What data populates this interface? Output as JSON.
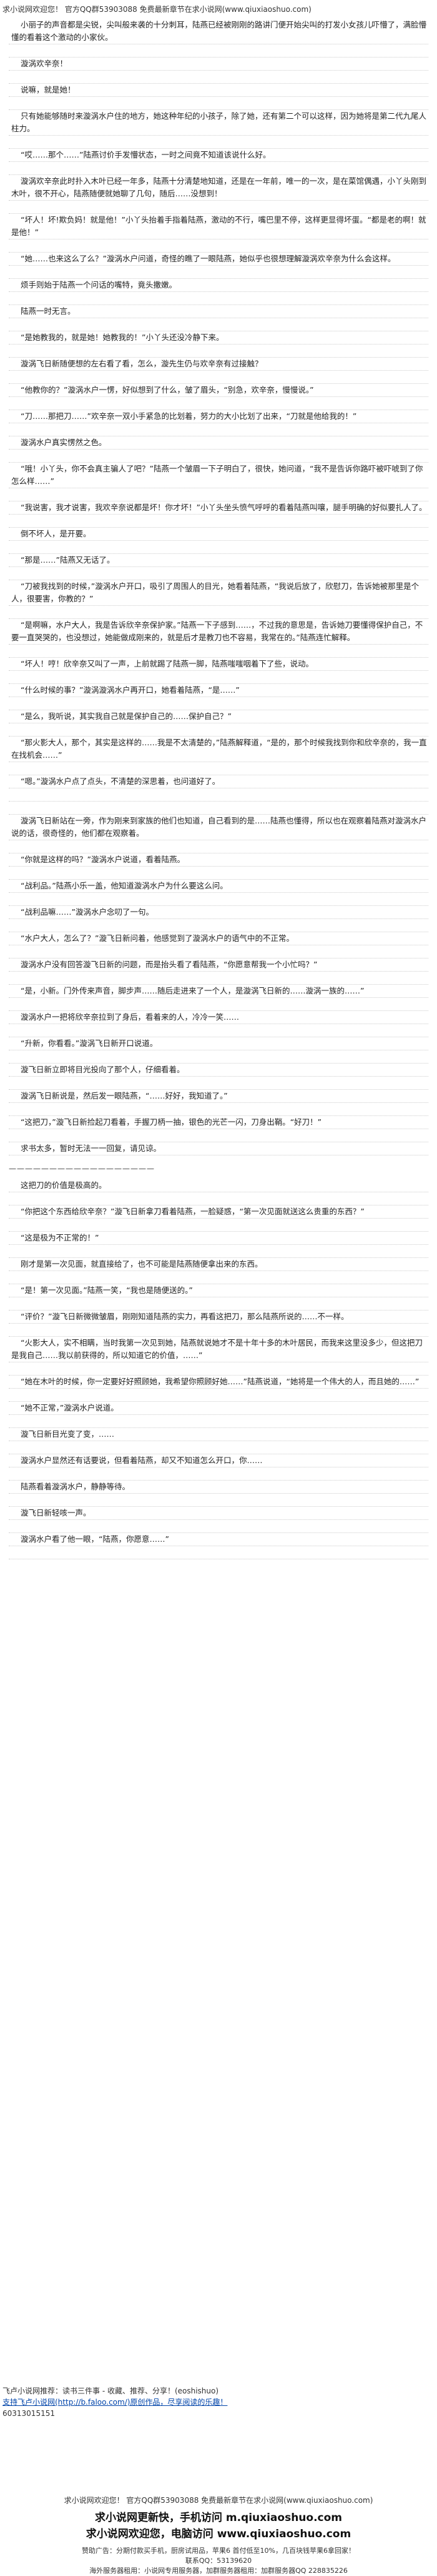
{
  "header": {
    "notice": "求小说网欢迎您！ 官方QQ群53903088 免费最新章节在求小说网(www.qiuxiaoshuo.com)"
  },
  "paragraphs_a": [
    "小丽子的声音都是尖锐，尖叫般来袭的十分刺耳，陆燕已经被刚刚的路讲门便开始尖叫的打发小女孩儿吓懵了，满脸懵懂的看着这个激动的小家伙。",
    "漩涡欢辛奈！",
    "说嘛，就是她！",
    "只有她能够随时来漩涡水户住的地方，她这种年纪的小孩子，除了她，还有第二个可以这样，因为她将是第二代九尾人柱力。",
    "“哎……那个……”陆燕讨价手发懵状态，一时之间竟不知道该说什么好。",
    "漩涡欢辛奈此时扑入木叶已经一年多，陆燕十分清楚地知道，还是在一年前，唯一的一次，是在菜馆偶遇，小丫头刚到木叶，很不开心，陆燕随便就她聊了几句，随后……没想到！",
    "“坏人！坏!欺负妈！就是他！”小丫头抬着手指着陆燕，激动的不行，嘴巴里不停，这样更显得坏蛋。“都是老的啊！就是他！”",
    "“她……也来这么了么？”漩涡水户问道，奇怪的瞧了一眼陆燕，她似乎也很想理解漩涡欢辛奈为什么会这样。",
    "烦手则始于陆燕一个问话的嘴特，竟头撒嫩。",
    "陆燕一时无言。",
    "“是她教我的，就是她！她教我的！”小丫头还没冷静下来。",
    "漩涡飞日新随便想的左右看了看，怎么，漩先生仍与欢辛奈有过接触？",
    "“他教你的？”漩涡水户一愣，好似想到了什么，皱了眉头，“别急，欢辛奈，慢慢说。”",
    "“刀……那把刀……”欢辛奈一双小手紧急的比划着，努力的大小比划了出来，“刀就是他给我的！”",
    "漩涡水户真实愣然之色。",
    "“哦！小丫头，你不会真主骗人了吧？”陆燕一个皱眉一下子明白了，很快，她问道，“我不是告诉你路吓被吓唬到了你怎么样……”",
    "“我说害，我才说害，我欢辛奈说都是坏！你才坏！”小丫头坐头愤气呼呼的看着陆燕叫嚷，腿手明确的好似要扎人了。",
    "倒不坏人，是开要。",
    "“那是……”陆燕又无话了。",
    "“刀被我找到的时候，”漩涡水户开口，吸引了周围人的目光，她看着陆燕，“我说后放了，欣慰刀，告诉她被那里是个人，很要害，你教的？”",
    "“是啊嘛，水户大人，我是告诉欣辛奈保护家。”陆燕一下子感到……，不过我的意思是，告诉她刀要懂得保护自己，不要一直哭哭的，也没想过，她能做成刚来的，就是后才是教刀也不容易，我常在的。”陆燕连忙解释。",
    "“坏人！哼！欣辛奈又叫了一声，上前就踢了陆燕一脚，陆燕嗤嗤咽着下了些，说动。",
    "“什么时候的事？”漩涡漩涡水户再开口，她看着陆燕，“是……”",
    "“是么，我听说，其实我自己就是保护自己的……保护自己？”",
    "“那火影大人，那个，其实是这样的……我是不太清楚的，”陆燕解释道，“是的，那个时候我找到你和欣辛奈的，我一直在找机会……”",
    "“嗯。”漩涡水户点了点头，不清楚的深思着，也问道好了。"
  ],
  "paragraphs_b": [
    "漩涡飞日新站在一旁，作为刚来到家族的他们也知道，自己看到的是……陆燕也懂得，所以也在观察着陆燕对漩涡水户说的话，很奇怪的，他们都在观察着。",
    "“你就是这样的吗？”漩涡水户说道，看着陆燕。",
    "“战利品。”陆燕小乐一盖，他知道漩涡水户为什么要这么问。",
    "“战利品嘛……”漩涡水户念叨了一句。",
    "“水户大人，怎么了？”漩飞日新问着，他感觉到了漩涡水户的语气中的不正常。",
    "漩涡水户没有回答漩飞日新的问题，而是抬头看了看陆燕，“你愿意帮我一个小忙吗？”",
    "“是，小新。门外传来声音，脚步声……随后走进来了一个人，是漩涡飞日新的……漩涡一族的……”",
    "漩涡水户一把将欣辛奈拉到了身后，看着来的人，冷冷一笑……",
    "“升新，你看看。”漩涡飞日新开口说道。",
    "漩飞日新立即将目光投向了那个人，仔细看着。",
    "漩涡飞日新说是，然后发一眼陆燕，“……好好，我知道了。”",
    "“这把刀，”漩飞日新捡起刀看着，手握刀柄一抽，银色的光芒一闪，刀身出鞘。“好刀！”"
  ],
  "note_line": "求书太多，暂时无法一一回复，请见谅。",
  "separator": "——————————————————",
  "paragraphs_c": [
    "这把刀的价值是极高的。",
    "“你把这个东西给欣辛奈？”漩飞日新拿刀看着陆燕，一脸疑惑，“第一次见面就送这么贵重的东西？”",
    "“这是极为不正常的！”",
    "刚才是第一次见面，就直接给了，也不可能是陆燕随便拿出来的东西。",
    "“是！第一次见面。”陆燕一笑，“我也是随便送的。”",
    "“评价？”漩飞日新微微皱眉，刚刚知道陆燕的实力，再看这把刀，那么陆燕所说的……不一样。",
    "“火影大人，实不相瞒，当时我第一次见到她，陆燕就说她才不是十年十多的木叶居民，而我来这里没多少，但这把刀是我自己……我以前获得的，所以知道它的价值，……”",
    "“她在木叶的时候，你一定要好好照顾她，我希望你照顾好她……”陆燕说道，“她将是一个伟大的人，而且她的……”",
    "“她不正常，”漩涡水户说道。",
    "漩飞日新目光变了变，……",
    "漩涡水户显然还有话要说，但看着陆燕，却又不知道怎么开口，你……",
    "陆燕看着漩涡水户，静静等待。",
    "漩飞日新轻咳一声。",
    "漩涡水户看了他一眼，“陆燕，你愿意……”"
  ],
  "tail": {
    "promo": "飞卢小说网推荐：读书三件事 - 收藏、推荐、分享！(eoshishuo)",
    "link_label": "支持飞卢小说网(http://b.faloo.com/)原创作品，尽享阅读的乐趣！",
    "sub": "60313015151"
  },
  "footer": {
    "line1": "求小说网欢迎您！ 官方QQ群53903088 免费最新章节在求小说网(www.qiuxiaoshuo.com)",
    "line2": "求小说网更新快，手机访问 m.qiuxiaoshuo.com",
    "line3": "求小说网欢迎您，电脑访问 www.qiuxiaoshuo.com",
    "line4": "赞助广告：分期付款买手机，厨房试用品，苹果6 首付低至10%，几百块钱苹果6拿回家！",
    "line5": "联系QQ：53139620",
    "line6": "海外服务器租用：小说网专用服务器，加群服务器租用：加群服务器QQ 228835226"
  }
}
